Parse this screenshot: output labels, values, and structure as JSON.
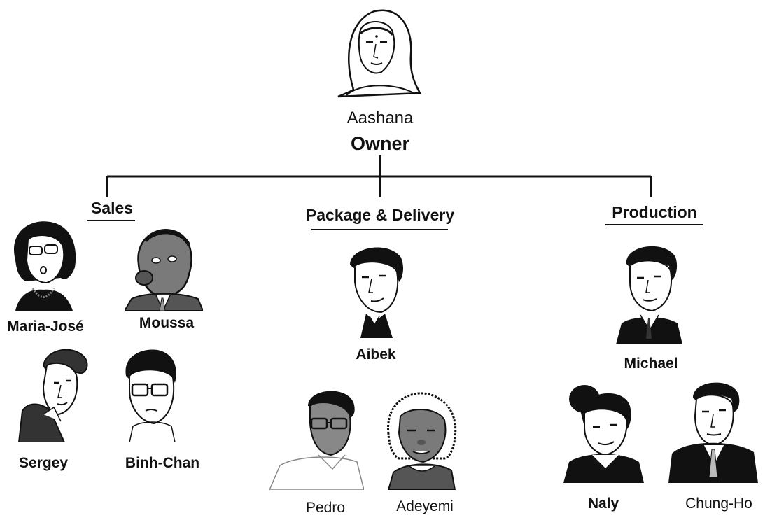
{
  "owner": {
    "name": "Aashana",
    "role": "Owner"
  },
  "departments": [
    {
      "name": "Sales",
      "members": [
        "Maria-José",
        "Moussa",
        "Sergey",
        "Binh-Chan"
      ]
    },
    {
      "name": "Package & Delivery",
      "members": [
        "Aibek",
        "Pedro",
        "Adeyemi"
      ]
    },
    {
      "name": "Production",
      "members": [
        "Michael",
        "Naly",
        "Chung-Ho"
      ]
    }
  ],
  "icons": {
    "owner": "woman-headscarf-portrait",
    "portrait": "cartoon-person-portrait"
  },
  "colors": {
    "line": "#111111",
    "fill_gray": "#7a7a7a",
    "background": "#ffffff"
  }
}
